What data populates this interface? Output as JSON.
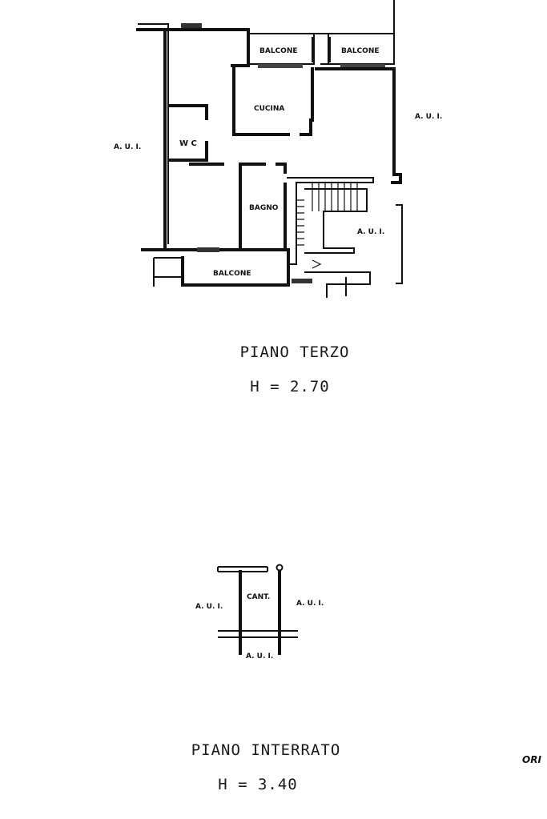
{
  "third_floor": {
    "rooms": {
      "balcony_1": "BALCONE",
      "balcony_2": "BALCONE",
      "kitchen": "CUCINA",
      "wc": "W C",
      "bathroom": "BAGNO",
      "balcony_3": "BALCONE"
    },
    "aui_left": "A. U. I.",
    "aui_right": "A. U. I.",
    "aui_stair": "A. U. I.",
    "title": "PIANO TERZO",
    "height": "H = 2.70"
  },
  "basement": {
    "room": "CANT.",
    "aui_left": "A. U. I.",
    "aui_right": "A. U. I.",
    "aui_bottom": "A. U. I.",
    "title": "PIANO INTERRATO",
    "height": "H = 3.40"
  },
  "corner_text": "ORI"
}
